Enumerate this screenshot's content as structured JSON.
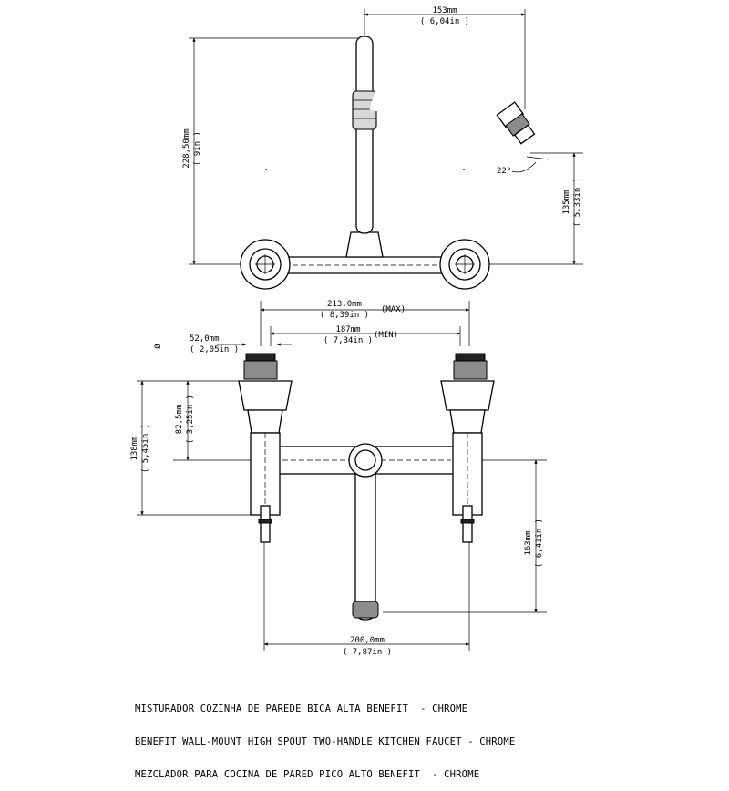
{
  "front_view": {
    "width_top": {
      "mm": "153mm",
      "in": "( 6,04in )"
    },
    "height_total": {
      "mm": "228,50mm",
      "in": "( 9in )"
    },
    "spout_height": {
      "mm": "135mm",
      "in": "( 5,33in )"
    },
    "spout_angle": "22°"
  },
  "top_view": {
    "centers_max": {
      "mm": "213,0mm",
      "in": "( 8,39in )",
      "tag": "(MAX)"
    },
    "centers_min": {
      "mm": "187mm",
      "in": "( 7,34in )",
      "tag": "(MIN)"
    },
    "handle_diameter": {
      "symbol": "Ø",
      "mm": "52,0mm",
      "in": "( 2,05in )"
    },
    "body_depth": {
      "mm": "82,5mm",
      "in": "( 3,25in )"
    },
    "total_depth": {
      "mm": "138mm",
      "in": "( 5,45in )"
    },
    "spout_reach": {
      "mm": "163mm",
      "in": "( 6,41in )"
    },
    "base_width": {
      "mm": "200,0mm",
      "in": "( 7,87in )"
    }
  },
  "caption": {
    "line1": "MISTURADOR COZINHA DE PAREDE BICA ALTA BENEFIT  - CHROME",
    "line2": "BENEFIT WALL-MOUNT HIGH SPOUT TWO-HANDLE KITCHEN FAUCET - CHROME",
    "line3": "MEZCLADOR PARA COCINA DE PARED PICO ALTO BENEFIT  - CHROME"
  }
}
